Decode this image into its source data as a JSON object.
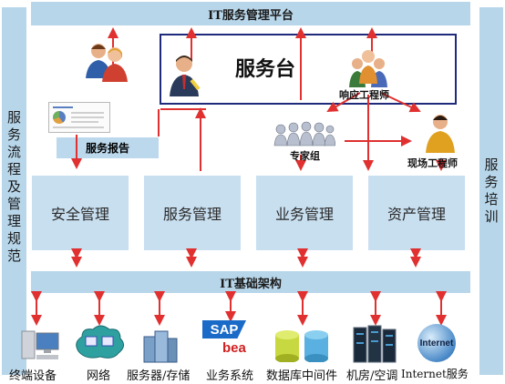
{
  "top_bar": "IT服务管理平台",
  "left_bar": "服务流程及管理规范",
  "right_bar": "服务培训",
  "service_desk": "服务台",
  "roles": {
    "responder": "响应工程师",
    "expert": "专家组",
    "onsite": "现场工程师"
  },
  "report": "服务报告",
  "management": [
    "安全管理",
    "服务管理",
    "业务管理",
    "资产管理"
  ],
  "infra_bar": "IT基础架构",
  "infra_items": [
    "终端设备",
    "网络",
    "服务器/存储",
    "业务系统",
    "数据库中间件",
    "机房/空调",
    "Internet服务"
  ],
  "logo_text": {
    "sap": "SAP",
    "bea": "bea",
    "internet": "Internet"
  },
  "colors": {
    "bar": "#b8d6ea",
    "box": "#c8dff0",
    "arrow": "#e03030",
    "helpdesk_border": "#1f2a7a"
  }
}
